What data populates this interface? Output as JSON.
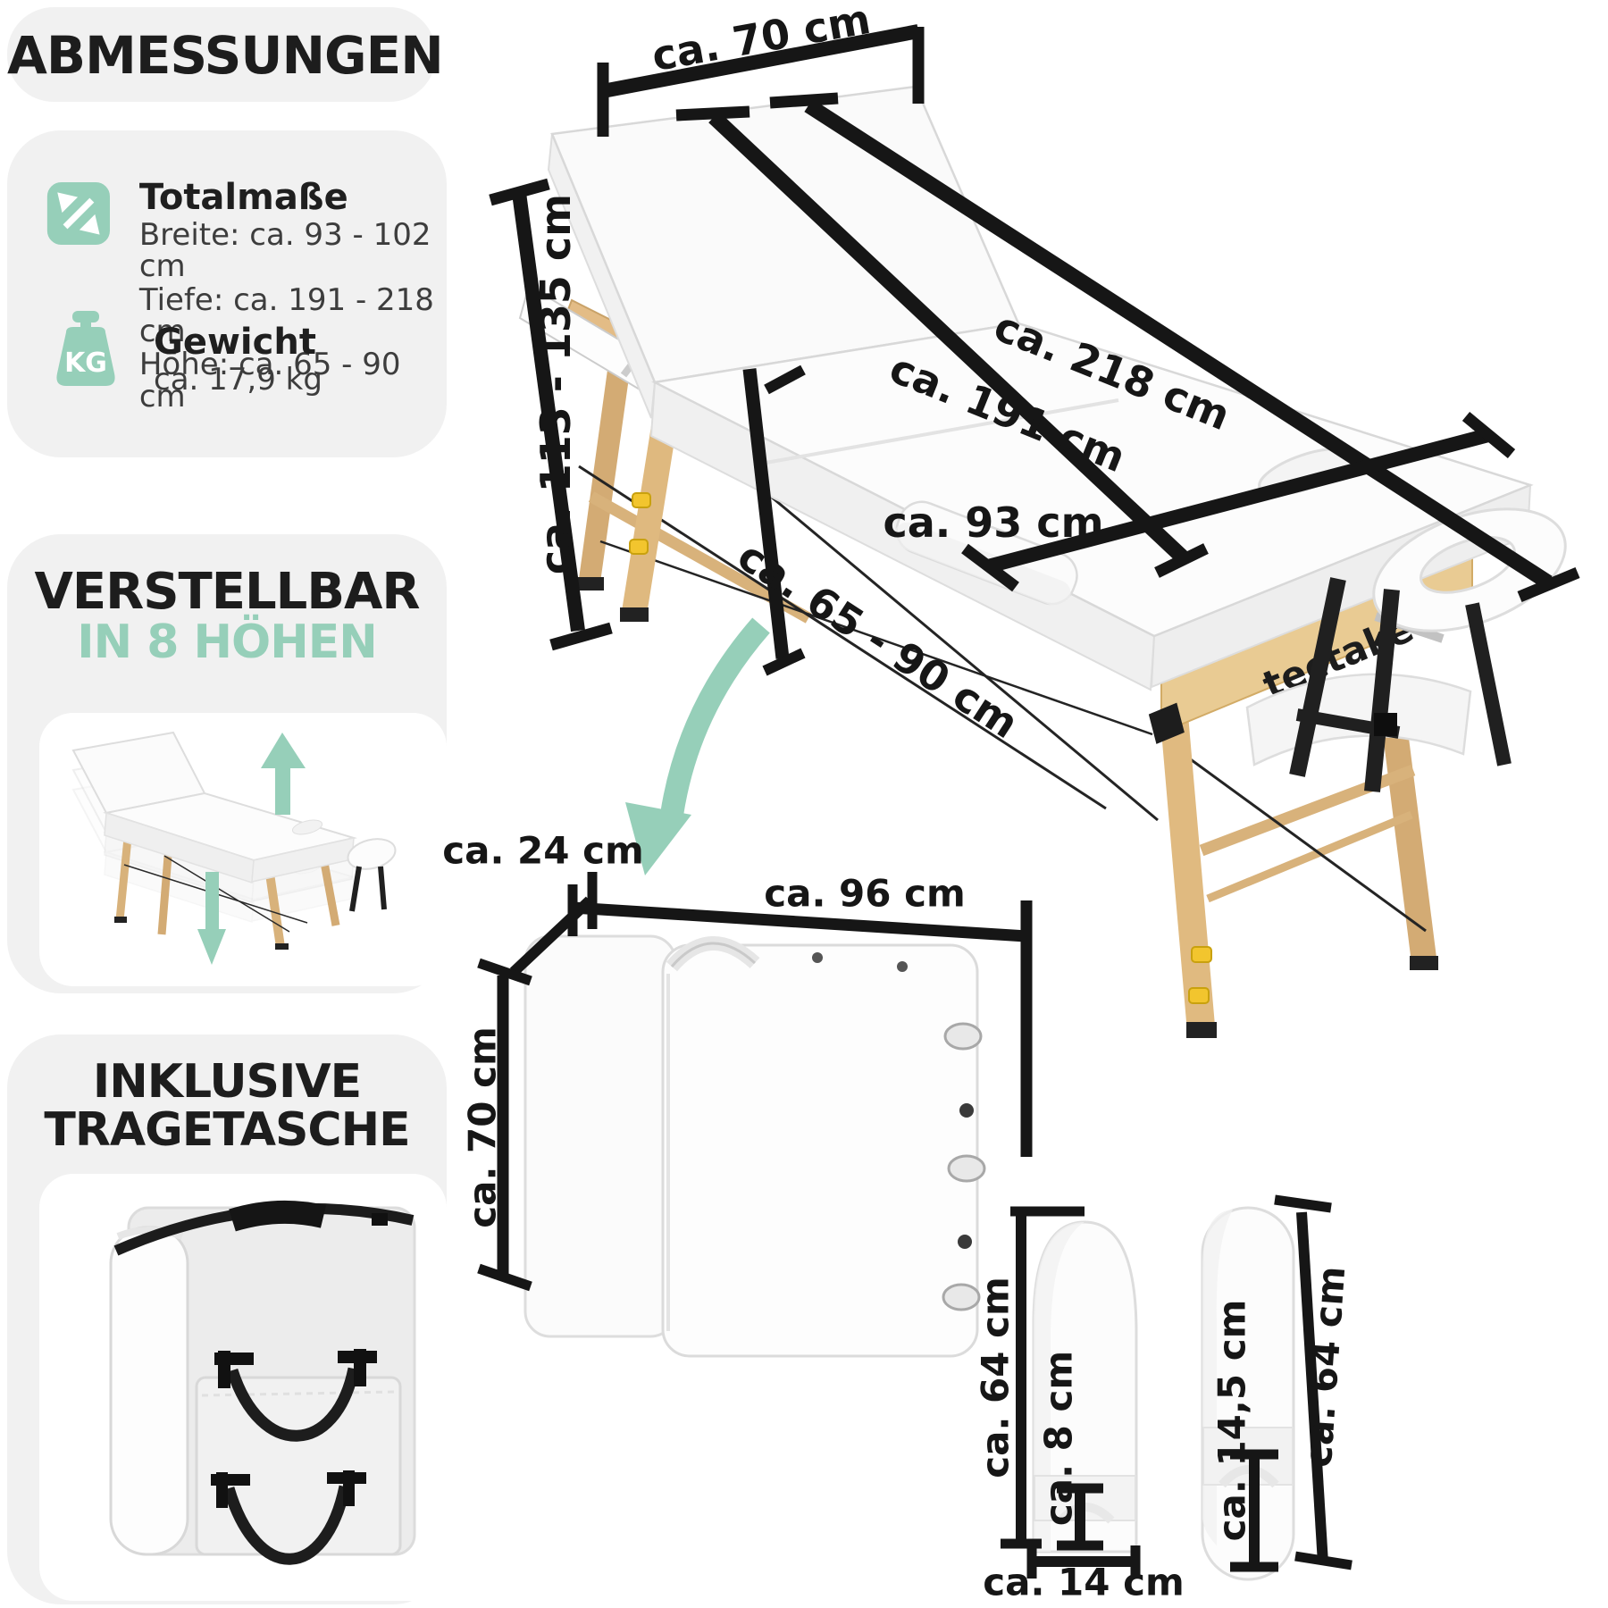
{
  "sidebar": {
    "dimensions_panel": {
      "title": "ABMESSUNGEN"
    },
    "specs_panel": {
      "size_heading": "Totalmaße",
      "size_lines": [
        "Breite: ca. 93 - 102 cm",
        "Tiefe: ca. 191 - 218 cm",
        "Höhe: ca. 65 - 90 cm"
      ],
      "weight_heading": "Gewicht",
      "weight_value": "ca. 17,9 kg",
      "weight_icon_label": "KG"
    },
    "adjustable_panel": {
      "title_black": "VERSTELLBAR",
      "title_green": "IN 8 HÖHEN"
    },
    "bag_panel": {
      "title_line1": "INKLUSIVE",
      "title_line2": "TRAGETASCHE"
    }
  },
  "diagram": {
    "table_open": {
      "width_top": "ca. 70 cm",
      "height_total": "ca. 113 - 135 cm",
      "length_total": "ca. 218 cm",
      "length_pad": "ca. 191 cm",
      "width_pad": "ca. 93 cm",
      "height_surface": "ca. 65 - 90 cm"
    },
    "table_folded": {
      "depth": "ca. 24 cm",
      "width": "ca. 96 cm",
      "height": "ca. 70 cm"
    },
    "half_bolster": {
      "length": "ca. 64 cm",
      "height": "ca. 8 cm",
      "width": "ca. 14 cm"
    },
    "round_bolster": {
      "diameter": "ca. 14,5 cm",
      "length": "ca. 64 cm"
    }
  },
  "brand": {
    "logo_text": "tectake"
  },
  "colors": {
    "accent": "#96cfb9",
    "panel_bg": "#f1f1f1",
    "line": "#161616",
    "wood": "#e2bc85",
    "knob": "#f2c52e"
  }
}
